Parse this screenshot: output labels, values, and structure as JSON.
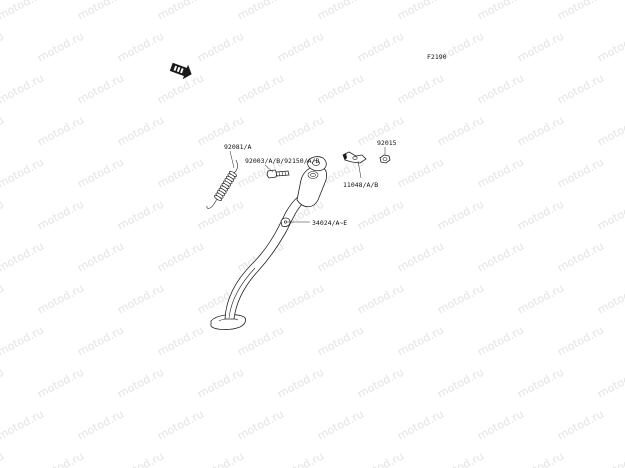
{
  "figure_code": "F2190",
  "watermark": "motod.ru",
  "callouts": {
    "spring": "92081/A",
    "bolt": "92003/A/B/92150/A/B",
    "bracket": "11048/A/B",
    "nut": "92015",
    "side_stand": "34024/A~E"
  },
  "icons": {
    "front_indicator": "front-arrow-icon",
    "spring": "spring-icon",
    "bolt": "bolt-icon",
    "bracket": "bracket-icon",
    "nut": "nut-icon",
    "side_stand": "side-stand-icon"
  }
}
